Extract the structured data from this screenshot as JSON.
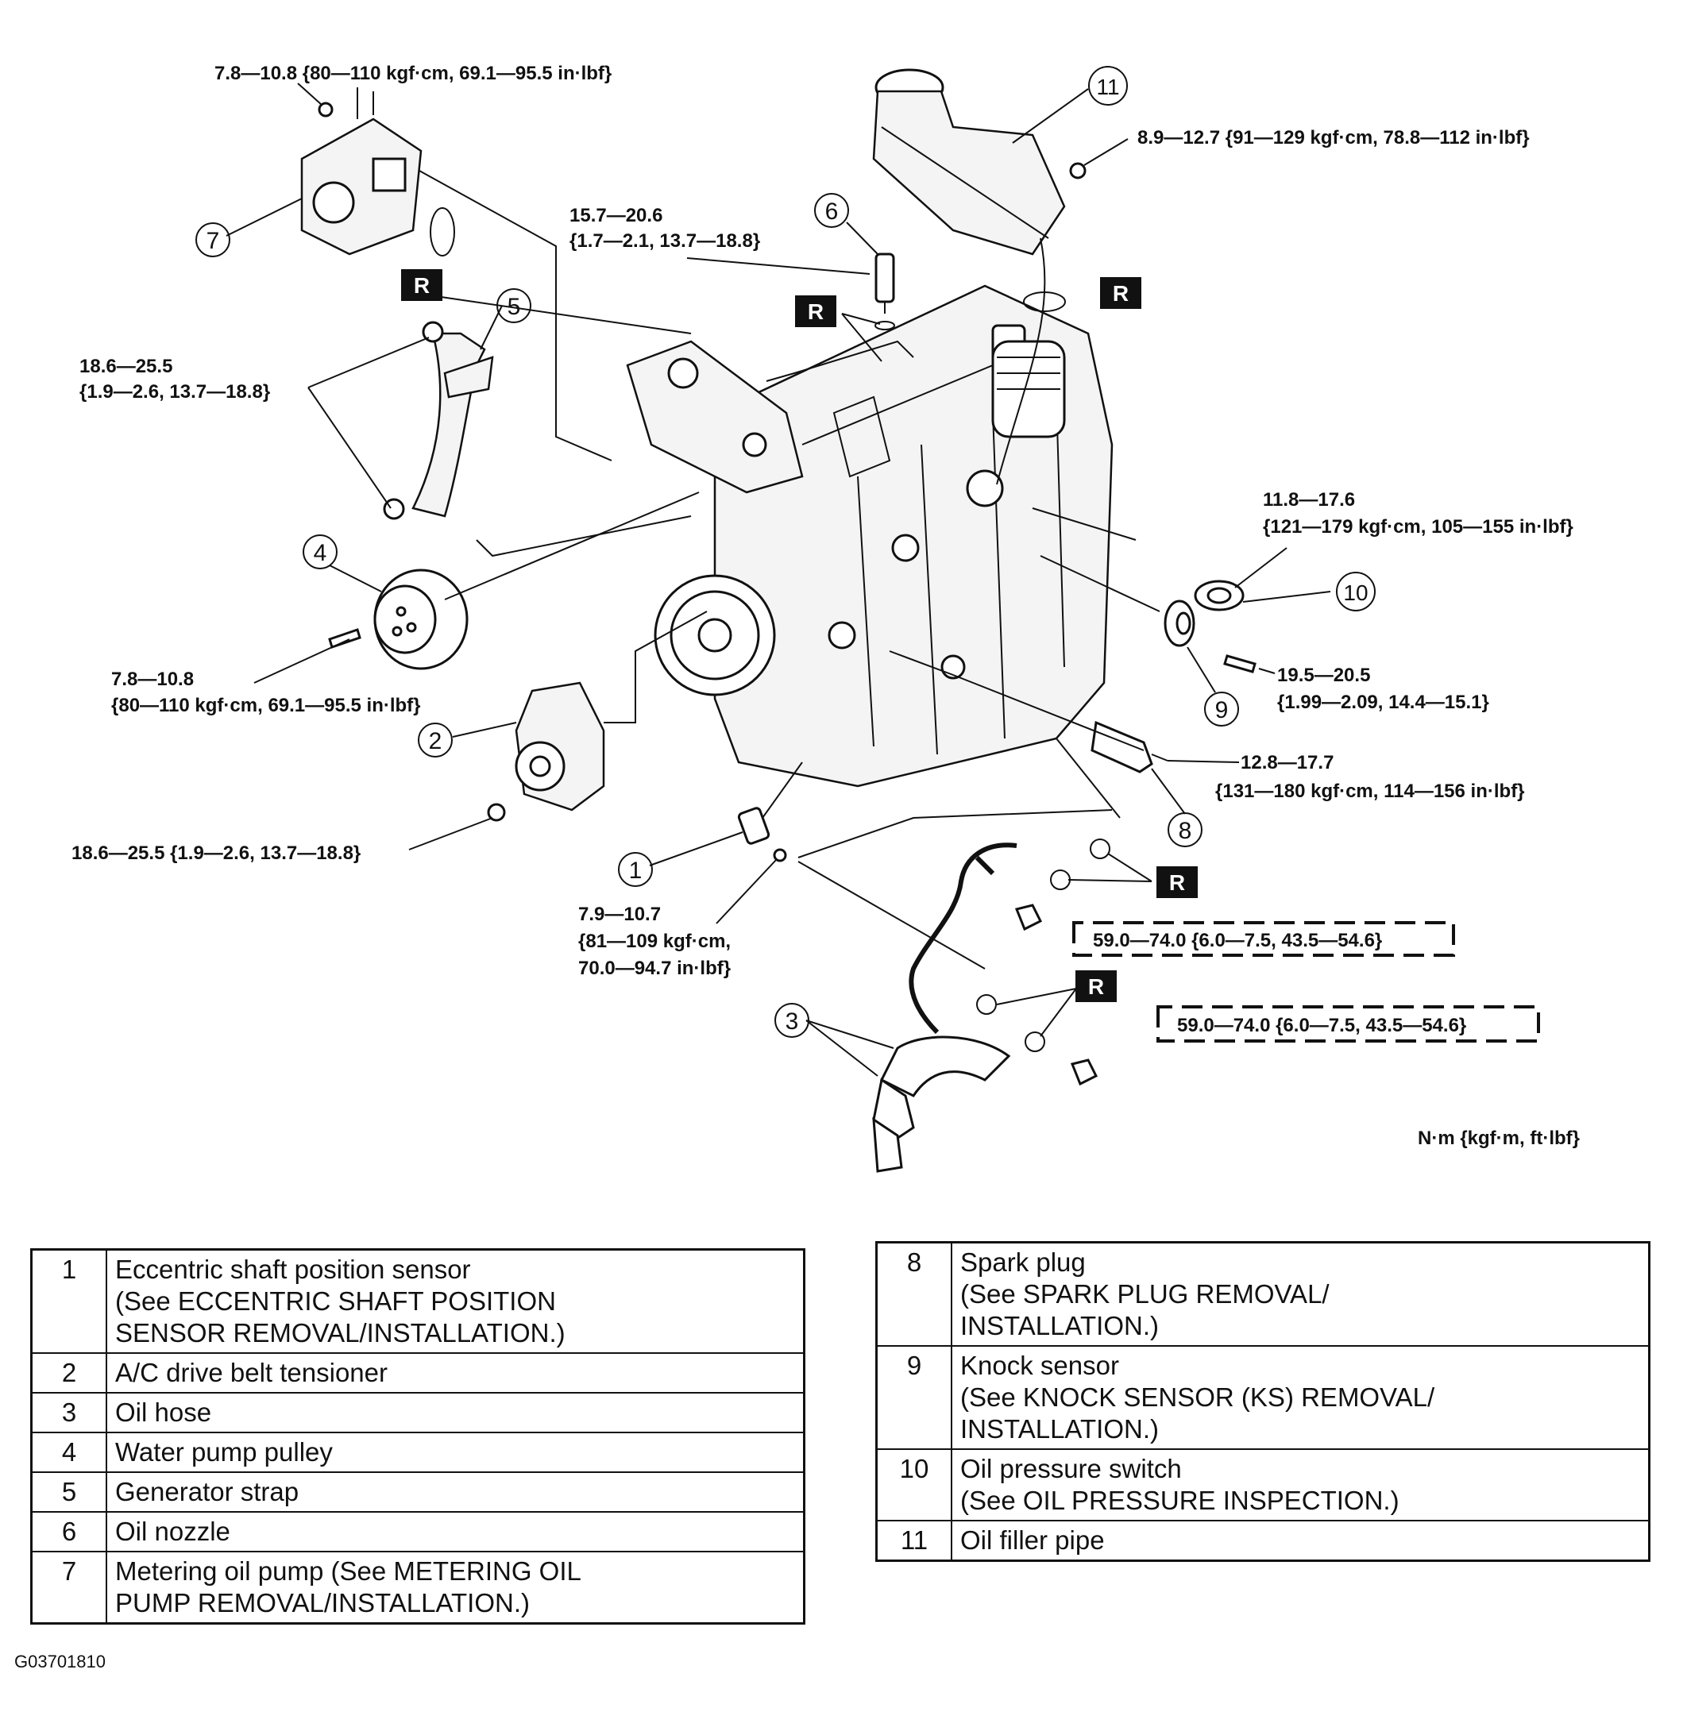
{
  "torque_labels": {
    "t_pump_bolt": "7.8—10.8 {80—110 kgf·cm, 69.1—95.5 in·lbf}",
    "t_nozzle_1": "15.7—20.6",
    "t_nozzle_2": "{1.7—2.1, 13.7—18.8}",
    "t_filler": "8.9—12.7 {91—129 kgf·cm, 78.8—112 in·lbf}",
    "t_strap_1": "18.6—25.5",
    "t_strap_2": "{1.9—2.6, 13.7—18.8}",
    "t_ops_1": "11.8—17.6",
    "t_ops_2": "{121—179 kgf·cm, 105—155 in·lbf}",
    "t_pulley_1": "7.8—10.8",
    "t_pulley_2": "{80—110 kgf·cm, 69.1—95.5 in·lbf}",
    "t_knock_1": "19.5—20.5",
    "t_knock_2": "{1.99—2.09, 14.4—15.1}",
    "t_spark_1": "12.8—17.7",
    "t_spark_2": "{131—180 kgf·cm, 114—156 in·lbf}",
    "t_tensioner": "18.6—25.5 {1.9—2.6, 13.7—18.8}",
    "t_esps_1": "7.9—10.7",
    "t_esps_2": "{81—109 kgf·cm,",
    "t_esps_3": "70.0—94.7 in·lbf}",
    "t_hose_a": "59.0—74.0 {6.0—7.5, 43.5—54.6}",
    "t_hose_b": "59.0—74.0 {6.0—7.5, 43.5—54.6}",
    "units": "N·m {kgf·m, ft·lbf}"
  },
  "replace_badge": "R",
  "callouts": [
    "1",
    "2",
    "3",
    "4",
    "5",
    "6",
    "7",
    "8",
    "9",
    "10",
    "11"
  ],
  "figure_id": "G03701810",
  "legend_left": [
    {
      "num": "1",
      "lines": [
        "Eccentric shaft position sensor",
        "(See  ECCENTRIC SHAFT POSITION",
        "SENSOR REMOVAL/INSTALLATION.)"
      ]
    },
    {
      "num": "2",
      "lines": [
        "A/C drive belt tensioner"
      ]
    },
    {
      "num": "3",
      "lines": [
        "Oil hose"
      ]
    },
    {
      "num": "4",
      "lines": [
        "Water pump pulley"
      ]
    },
    {
      "num": "5",
      "lines": [
        "Generator strap"
      ]
    },
    {
      "num": "6",
      "lines": [
        "Oil nozzle"
      ]
    },
    {
      "num": "7",
      "lines": [
        "Metering oil pump (See METERING OIL",
        "PUMP REMOVAL/INSTALLATION.)"
      ]
    }
  ],
  "legend_right": [
    {
      "num": "8",
      "lines": [
        "Spark plug",
        "(See SPARK PLUG REMOVAL/",
        "INSTALLATION.)"
      ]
    },
    {
      "num": "9",
      "lines": [
        "Knock sensor",
        "(See  KNOCK SENSOR (KS) REMOVAL/",
        "INSTALLATION.)"
      ]
    },
    {
      "num": "10",
      "lines": [
        "Oil pressure switch",
        "(See OIL PRESSURE INSPECTION.)"
      ]
    },
    {
      "num": "11",
      "lines": [
        "Oil filler pipe"
      ]
    }
  ]
}
